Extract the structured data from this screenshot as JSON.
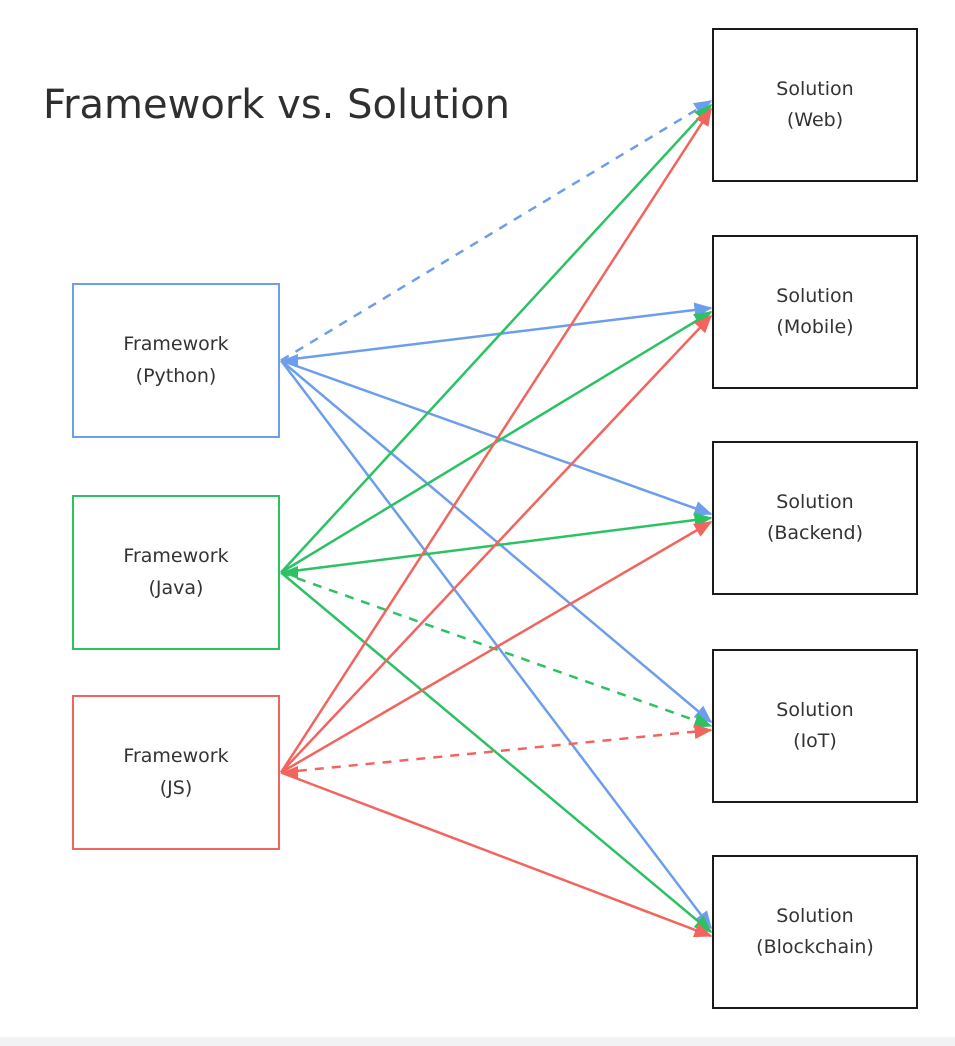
{
  "title": "Framework vs. Solution",
  "colors": {
    "blue": "#6d9eeb",
    "green": "#2cc263",
    "red": "#f2655f",
    "solution_border": "#1a1a1a",
    "text": "#333333",
    "title_text": "#2f2f2f"
  },
  "diagram": {
    "frameworks": [
      {
        "id": "python",
        "title": "Framework",
        "subtitle": "(Python)",
        "color": "blue"
      },
      {
        "id": "java",
        "title": "Framework",
        "subtitle": "(Java)",
        "color": "green"
      },
      {
        "id": "js",
        "title": "Framework",
        "subtitle": "(JS)",
        "color": "red"
      }
    ],
    "solutions": [
      {
        "id": "web",
        "title": "Solution",
        "subtitle": "(Web)"
      },
      {
        "id": "mobile",
        "title": "Solution",
        "subtitle": "(Mobile)"
      },
      {
        "id": "backend",
        "title": "Solution",
        "subtitle": "(Backend)"
      },
      {
        "id": "iot",
        "title": "Solution",
        "subtitle": "(IoT)"
      },
      {
        "id": "blockchain",
        "title": "Solution",
        "subtitle": "(Blockchain)"
      }
    ],
    "edges": [
      {
        "from": "python",
        "to": "web",
        "style": "dashed",
        "bidirectional": true
      },
      {
        "from": "python",
        "to": "mobile",
        "style": "solid",
        "bidirectional": false
      },
      {
        "from": "python",
        "to": "backend",
        "style": "solid",
        "bidirectional": false
      },
      {
        "from": "python",
        "to": "iot",
        "style": "solid",
        "bidirectional": false
      },
      {
        "from": "python",
        "to": "blockchain",
        "style": "solid",
        "bidirectional": false
      },
      {
        "from": "java",
        "to": "web",
        "style": "solid",
        "bidirectional": false
      },
      {
        "from": "java",
        "to": "mobile",
        "style": "solid",
        "bidirectional": false
      },
      {
        "from": "java",
        "to": "backend",
        "style": "solid",
        "bidirectional": false
      },
      {
        "from": "java",
        "to": "iot",
        "style": "dashed",
        "bidirectional": true
      },
      {
        "from": "java",
        "to": "blockchain",
        "style": "solid",
        "bidirectional": false
      },
      {
        "from": "js",
        "to": "web",
        "style": "solid",
        "bidirectional": false
      },
      {
        "from": "js",
        "to": "mobile",
        "style": "solid",
        "bidirectional": false
      },
      {
        "from": "js",
        "to": "backend",
        "style": "solid",
        "bidirectional": false
      },
      {
        "from": "js",
        "to": "iot",
        "style": "dashed",
        "bidirectional": true
      },
      {
        "from": "js",
        "to": "blockchain",
        "style": "solid",
        "bidirectional": false
      }
    ]
  }
}
